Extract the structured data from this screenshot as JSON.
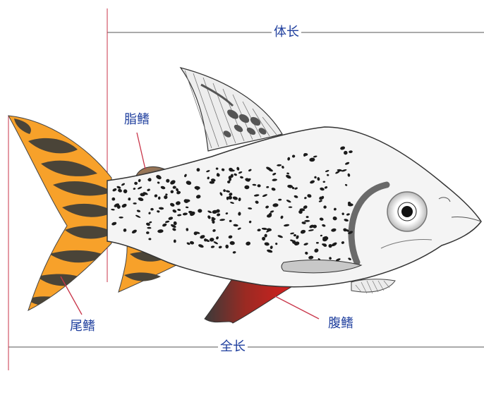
{
  "labels": {
    "body_length": "体长",
    "adipose_fin": "脂鳍",
    "caudal_fin": "尾鳍",
    "pelvic_fin": "腹鳍",
    "total_length": "全长"
  },
  "colors": {
    "label_text": "#1f3f9e",
    "guide_line": "#c9364a",
    "leader_line": "#c9364a",
    "caudal_orange": "#f7a12a",
    "caudal_stripe": "#4a4438",
    "pelvic_red": "#c8201f",
    "body_fill": "#f4f4f4",
    "spot": "#1b1b1b",
    "outline": "#333333"
  }
}
